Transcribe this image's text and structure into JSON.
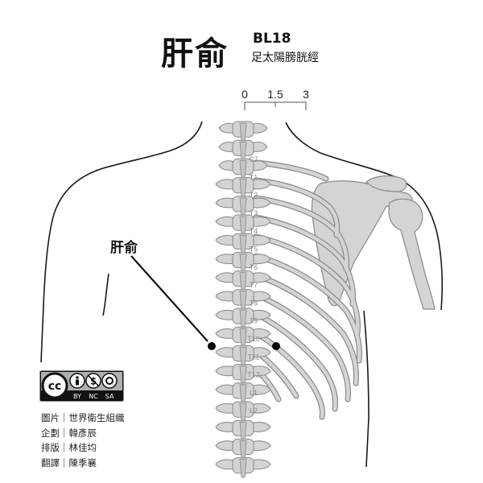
{
  "title": {
    "name": "肝俞",
    "code": "BL18",
    "meridian": "足太陽膀胱經"
  },
  "scale": {
    "ticks": [
      "0",
      "1.5",
      "3"
    ]
  },
  "point_label": "肝俞",
  "vertebra_labels": [
    "C7",
    "T1",
    "T2",
    "T3",
    "T4",
    "T5",
    "T6",
    "T7",
    "T8",
    "T9",
    "T10",
    "T11",
    "T12",
    "L1",
    "L2"
  ],
  "license": {
    "cc": "cc",
    "by": "BY",
    "nc": "NC",
    "sa": "SA"
  },
  "credits": [
    {
      "role": "圖片",
      "sep": "｜",
      "name": "世界衛生組織"
    },
    {
      "role": "企劃",
      "sep": "｜",
      "name": "韓彥辰"
    },
    {
      "role": "排版",
      "sep": "｜",
      "name": "林佳均"
    },
    {
      "role": "翻譯",
      "sep": "｜",
      "name": "陳季襄"
    }
  ],
  "colors": {
    "bone_fill": "#d4d4d4",
    "bone_stroke": "#888888",
    "outline": "#1a1a1a",
    "point": "#000000"
  }
}
